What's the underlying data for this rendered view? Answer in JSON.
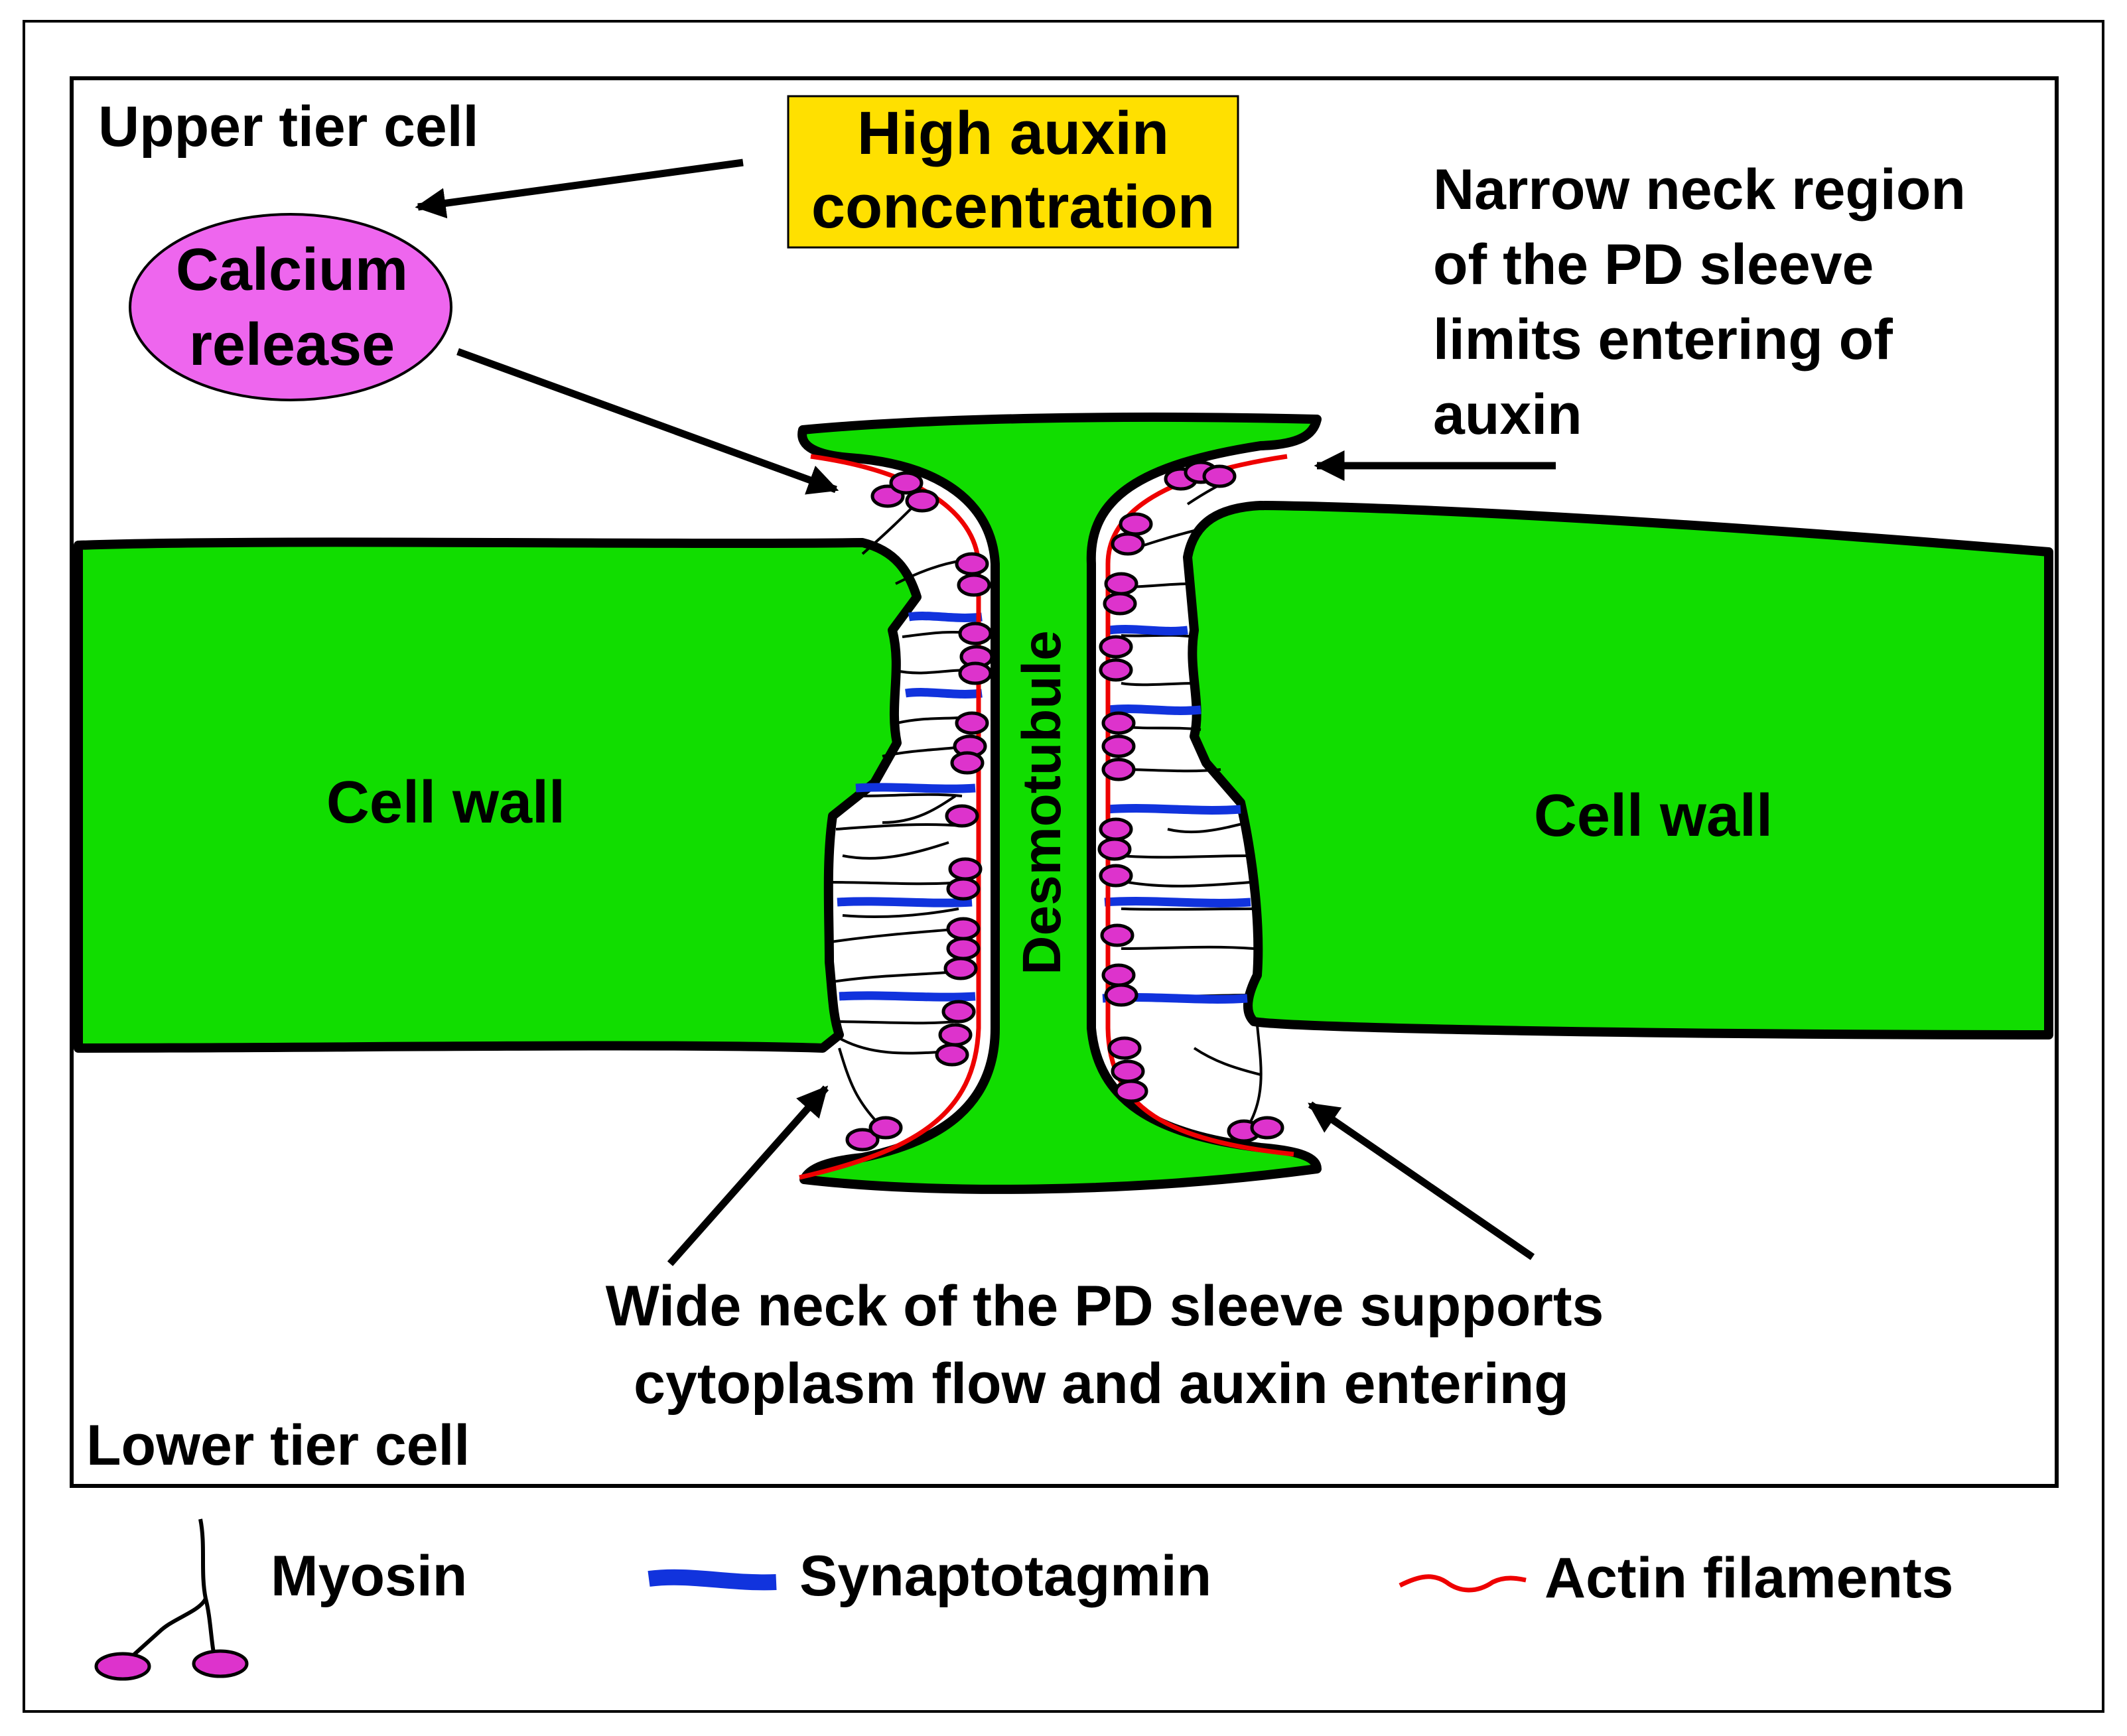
{
  "labels": {
    "upper_tier_cell": "Upper tier cell",
    "lower_tier_cell": "Lower tier cell",
    "high_auxin_line1": "High auxin",
    "high_auxin_line2": "concentration",
    "calcium_line1": "Calcium",
    "calcium_line2": "release",
    "narrow_line1": "Narrow neck region",
    "narrow_line2": "of the PD sleeve",
    "narrow_line3": "limits entering of",
    "narrow_line4": "auxin",
    "cell_wall_left": "Cell wall",
    "cell_wall_right": "Cell wall",
    "desmotubule": "Desmotubule",
    "wide_line1": "Wide neck of the PD sleeve supports",
    "wide_line2": "cytoplasm flow and auxin entering"
  },
  "legend": {
    "myosin": "Myosin",
    "synaptotagmin": "Synaptotagmin",
    "actin": "Actin filaments"
  },
  "colors": {
    "cell_wall_green": "#11DD00",
    "auxin_box_yellow": "#FFE000",
    "calcium_pink": "#EE66EE",
    "myosin_pink": "#DD33CC",
    "synaptotagmin_blue": "#1133DD",
    "actin_red": "#EE0000"
  }
}
